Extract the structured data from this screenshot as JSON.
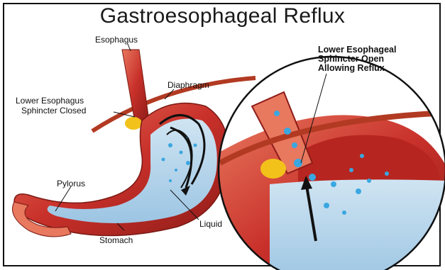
{
  "title": "Gastroesophageal Reflux",
  "labels": {
    "esophagus": "Esophagus",
    "diaphragm": "Diaphragm",
    "les_closed": [
      "Lower Esophagus",
      "Sphincter Closed"
    ],
    "pylorus": "Pylorus",
    "liquid": "Liquid",
    "stomach": "Stomach",
    "les_open": [
      "Lower Esophageal",
      "Sphincter Open",
      "Allowing Reflux"
    ]
  },
  "colors": {
    "muscle": "#c8302a",
    "muscle_light": "#e8785e",
    "liquid": "#a9cde6",
    "bubbles": "#3aa7e0",
    "fat": "#f2c21b",
    "arrow": "#111111"
  }
}
